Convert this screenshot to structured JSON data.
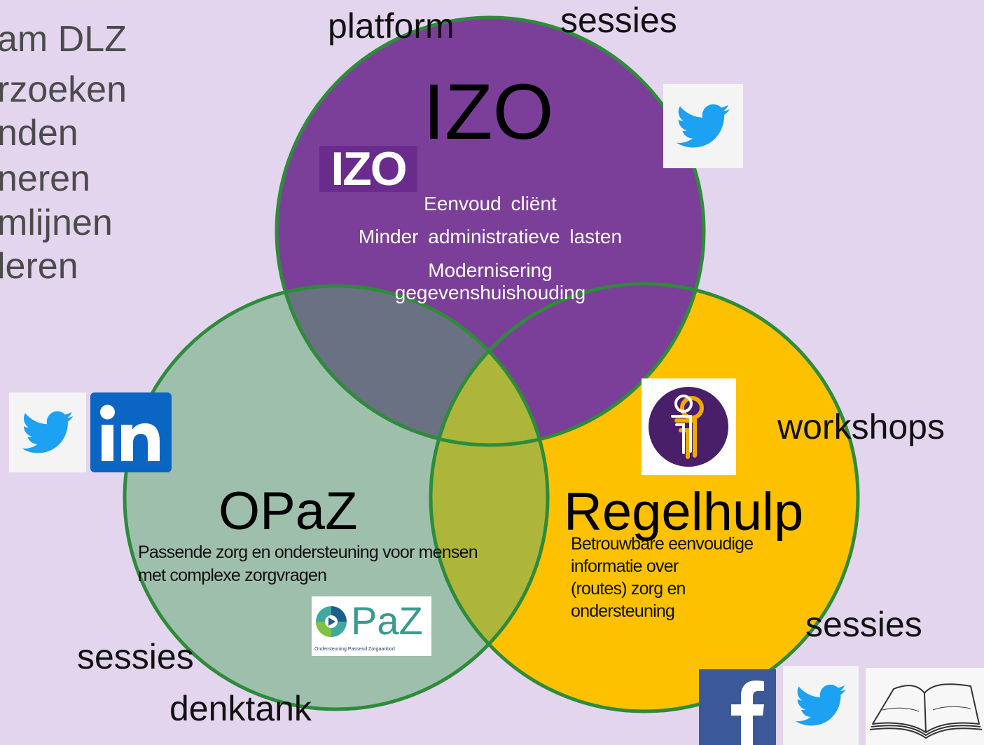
{
  "left_list": [
    "am DLZ",
    "rzoeken",
    "nden",
    "neren",
    "mlijnen",
    "leren"
  ],
  "circles": {
    "izo": {
      "title": "IZO",
      "logo_text": "IZO",
      "lines": [
        "Eenvoud cliënt",
        "Minder administratieve lasten",
        "Modernisering",
        "gegevenshuishouding"
      ],
      "color": "#7b3f9a"
    },
    "opaz": {
      "title": "OPaZ",
      "description": [
        "Passende zorg en ondersteuning voor mensen",
        "met complexe zorgvragen"
      ],
      "logo_text": "PaZ",
      "logo_subtext": "Ondersteuning Passend Zorgaanbod",
      "color": "#9fbfad"
    },
    "regelhulp": {
      "title": "Regelhulp",
      "description": [
        "Betrouwbare eenvoudige",
        "informatie over",
        "(routes) zorg en",
        "ondersteuning"
      ],
      "color": "#fdc100"
    }
  },
  "labels": {
    "platform": "platform",
    "sessies_top": "sessies",
    "workshops": "workshops",
    "sessies_right": "sessies",
    "sessies_left": "sessies",
    "denktank": "denktank"
  },
  "icons": [
    "twitter-icon",
    "linkedin-icon",
    "facebook-icon",
    "book-icon",
    "regelhulp-logo-icon"
  ],
  "colors": {
    "background": "#e3d5ee",
    "outline": "#2e8b3a",
    "twitter": "#1da1f2",
    "linkedin": "#0a66c2",
    "facebook": "#3b5998"
  }
}
